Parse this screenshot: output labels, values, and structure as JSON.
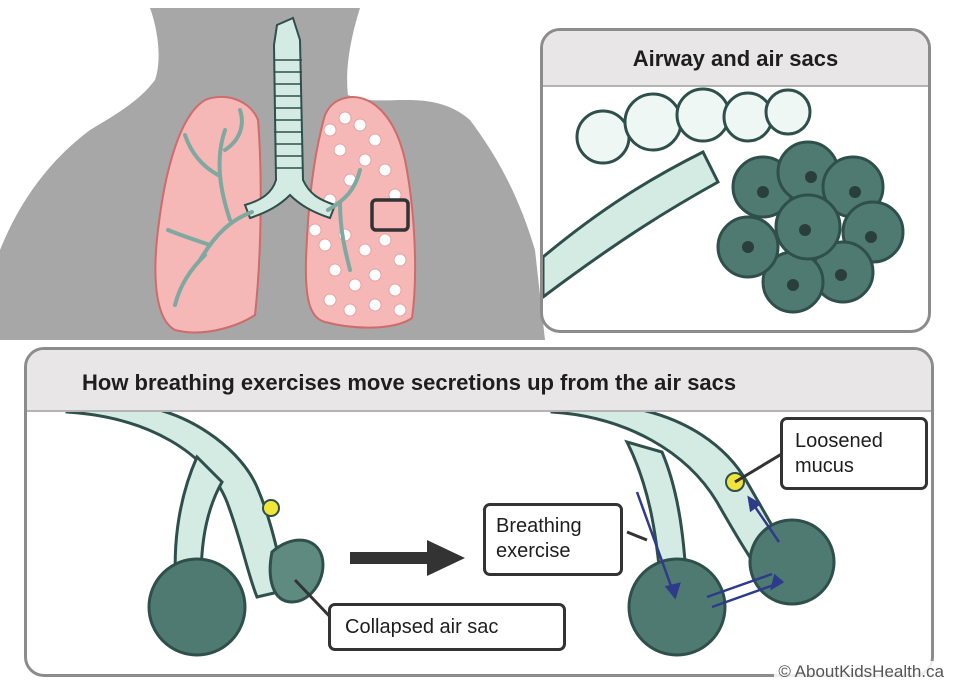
{
  "panels": {
    "airway_title": "Airway and air sacs",
    "breathing_title": "How breathing exercises move secretions up from the air sacs"
  },
  "labels": {
    "loosened_line1": "Loosened",
    "loosened_line2": "mucus",
    "breathing_line1": "Breathing",
    "breathing_line2": "exercise",
    "collapsed": "Collapsed air sac"
  },
  "copyright": "© AboutKidsHealth.ca",
  "colors": {
    "silhouette": "#a7a7a7",
    "lung_fill": "#f6b7b7",
    "lung_outline": "#cf6b6b",
    "airway_fill": "#d3ebe3",
    "airway_outline": "#2f4f4b",
    "air_sac": "#4f7a72",
    "mucus": "#f2e53a",
    "arrow": "#2d3b8a"
  }
}
